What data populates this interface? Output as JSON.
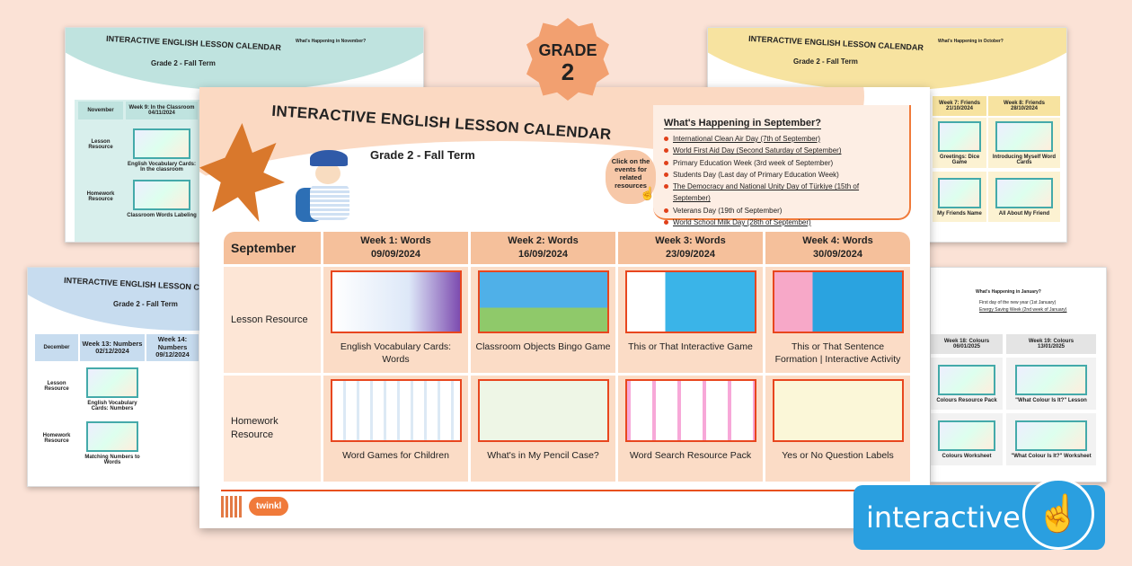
{
  "grade": {
    "label": "GRADE",
    "number": "2"
  },
  "interactive_badge": {
    "label": "interactive",
    "icon": "tap-hand-icon",
    "color": "#2a9fe0"
  },
  "main": {
    "title": "INTERACTIVE ENGLISH LESSON CALENDAR",
    "subtitle": "Grade 2 - Fall Term",
    "click_hint": "Click on the events for related resources",
    "events_heading": "What's Happening in September?",
    "events": [
      {
        "text": "International Clean Air Day (7th of September)",
        "link": true
      },
      {
        "text": "World First Aid Day (Second Saturday of September)",
        "link": true
      },
      {
        "text": "Primary Education Week (3rd week of September)",
        "link": false
      },
      {
        "text": "Students Day (Last day of Primary Education Week)",
        "link": false
      },
      {
        "text": "The Democracy and National Unity Day of Türkiye (15th of September)",
        "link": true
      },
      {
        "text": "Veterans Day (19th of September)",
        "link": false
      },
      {
        "text": "World School Milk Day (28th of September)",
        "link": true
      }
    ],
    "month": "September",
    "weeks": [
      {
        "title": "Week 1: Words",
        "date": "09/09/2024"
      },
      {
        "title": "Week 2: Words",
        "date": "16/09/2024"
      },
      {
        "title": "Week 3: Words",
        "date": "23/09/2024"
      },
      {
        "title": "Week 4: Words",
        "date": "30/09/2024"
      }
    ],
    "rows": [
      {
        "label": "Lesson Resource",
        "items": [
          "English Vocabulary Cards: Words",
          "Classroom Objects Bingo Game",
          "This or That Interactive Game",
          "This or That Sentence Formation | Interactive Activity"
        ]
      },
      {
        "label": "Homework Resource",
        "items": [
          "Word Games for Children",
          "What's in My Pencil Case?",
          "Word Search Resource Pack",
          "Yes or No Question Labels"
        ]
      }
    ],
    "logo": "twinkl",
    "accent": "#f07a3a"
  },
  "november": {
    "title": "INTERACTIVE ENGLISH LESSON CALENDAR",
    "subtitle": "Grade 2 - Fall Term",
    "events_heading": "What's Happening in November?",
    "month": "November",
    "week": "Week 9: In the Classroom",
    "date": "04/11/2024",
    "row_labels": [
      "Lesson Resource",
      "Homework Resource"
    ],
    "items": [
      "English Vocabulary Cards: In the classroom",
      "Classroom Words Labeling"
    ]
  },
  "october": {
    "title": "INTERACTIVE ENGLISH LESSON CALENDAR",
    "subtitle": "Grade 2 - Fall Term",
    "events_heading": "What's Happening in October?",
    "weeks": [
      {
        "title": "Week 7: Friends",
        "date": "21/10/2024"
      },
      {
        "title": "Week 8: Friends",
        "date": "28/10/2024"
      }
    ],
    "items": [
      "Greetings: Dice Game",
      "Introducing Myself Word Cards",
      "My Friends Name",
      "All About My Friend"
    ]
  },
  "december": {
    "title": "INTERACTIVE ENGLISH LESSON CALENDAR",
    "subtitle": "Grade 2 - Fall Term",
    "month": "December",
    "weeks": [
      {
        "title": "Week 13: Numbers",
        "date": "02/12/2024"
      },
      {
        "title": "Week 14: Numbers",
        "date": "09/12/2024"
      }
    ],
    "row_labels": [
      "Lesson Resource",
      "Homework Resource"
    ],
    "items": [
      "English Vocabulary Cards: Numbers",
      "Matching Numbers to Words"
    ]
  },
  "january": {
    "events_heading": "What's Happening in January?",
    "events": [
      "First day of the new year (1st January)",
      "Energy Saving Week (2nd week of January)"
    ],
    "weeks": [
      {
        "title": "Week 18: Colours",
        "date": "06/01/2025"
      },
      {
        "title": "Week 19: Colours",
        "date": "13/01/2025"
      }
    ],
    "items": [
      "Colours Resource Pack",
      "\"What Colour Is It?\" Lesson",
      "Colours Worksheet",
      "\"What Colour Is It?\" Worksheet"
    ]
  }
}
